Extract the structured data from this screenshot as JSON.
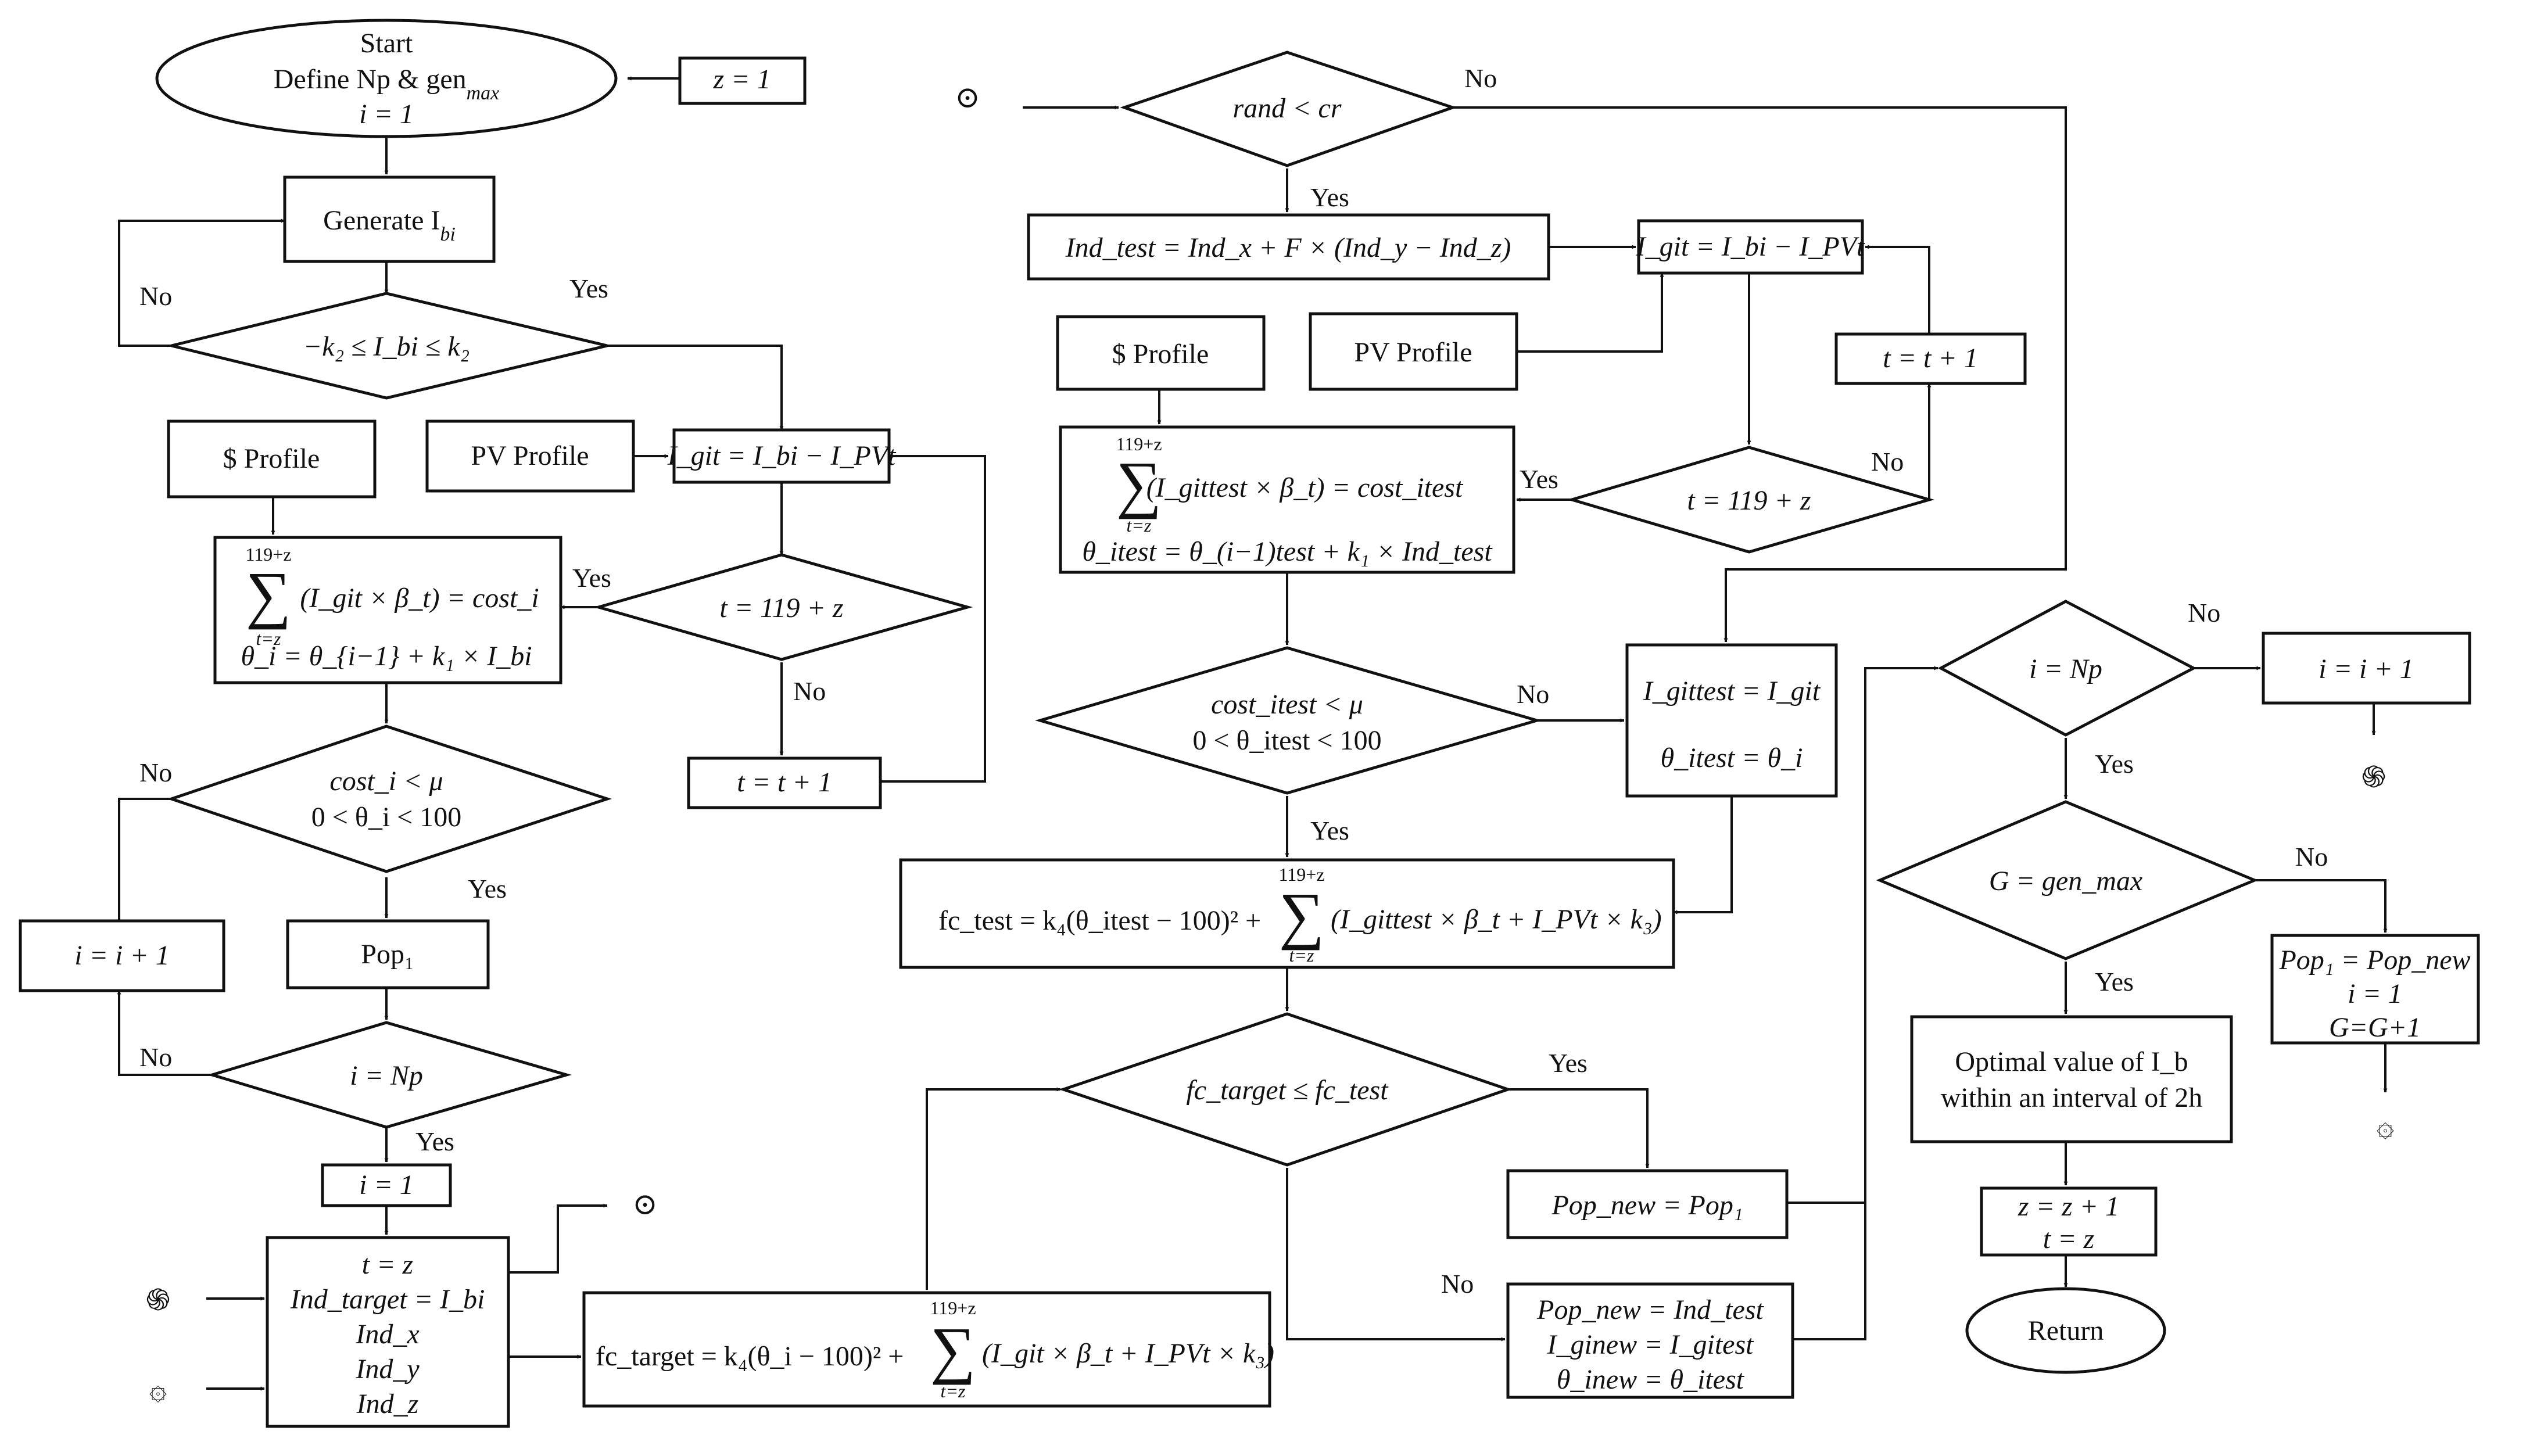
{
  "init": {
    "start": "Start",
    "define": "Define Np & gen",
    "define_sub": "max",
    "i_eq_1": "i = 1",
    "z_eq_1": "z = 1"
  },
  "left": {
    "generate": "Generate I",
    "generate_sub": "bi",
    "constraint": "−k₂ ≤ I_bi ≤ k₂",
    "price_profile": "$ Profile",
    "pv_profile": "PV Profile",
    "igit_eq": "I_git = I_bi − I_PVt",
    "t_check": "t = 119 + z",
    "t_increment": "t = t + 1",
    "sum_limit_top": "119+z",
    "sum_limit_bottom": "t=z",
    "cost_sum": "(I_git × β_t) = cost_i",
    "theta_eq": "θ_i = θ_{i−1} + k₁ × I_bi",
    "cost_check_1": "cost_i < μ",
    "cost_check_2": "0 < θ_i < 100",
    "pop1": "Pop₁",
    "i_increment": "i = i + 1",
    "i_np_check": "i = Np",
    "i_eq_1": "i = 1",
    "init_block": [
      "t = z",
      "Ind_target = I_bi",
      "Ind_x",
      "Ind_y",
      "Ind_z"
    ],
    "fc_target": "fc_target = k₄(θ_i − 100)² +",
    "fc_target_sum": "(I_git × β_t + I_PVt × k₃)"
  },
  "mid": {
    "rand_check": "rand < cr",
    "ind_test": "Ind_test = Ind_x + F × (Ind_y − Ind_z)",
    "price_profile": "$ Profile",
    "pv_profile": "PV Profile",
    "igit_eq": "I_git = I_bi − I_PVt",
    "t_increment": "t = t + 1",
    "t_check": "t = 119 + z",
    "sum_limit_top": "119+z",
    "sum_limit_bottom": "t=z",
    "cost_sum": "(I_gittest × β_t) = cost_itest",
    "theta_eq": "θ_itest = θ_(i−1)test + k₁ × Ind_test",
    "cost_check_1": "cost_itest < μ",
    "cost_check_2": "0 < θ_itest < 100",
    "igittest_eq": "I_gittest = I_git",
    "theta_itest_eq": "θ_itest = θ_i",
    "fc_test": "fc_test = k₄(θ_itest − 100)² +",
    "fc_test_sum": "(I_gittest × β_t + I_PVt × k₃)",
    "fc_compare": "fc_target ≤ fc_test",
    "popnew_eq": "Pop_new = Pop₁",
    "update_block": [
      "Pop_new = Ind_test",
      "I_ginew = I_gitest",
      "θ_inew = θ_itest"
    ]
  },
  "right": {
    "i_np_check": "i = Np",
    "i_increment": "i = i + 1",
    "g_check": "G = gen_max",
    "reset_block": [
      "Pop₁ = Pop_new",
      "i = 1",
      "G=G+1"
    ],
    "optimal": [
      "Optimal value of I_b",
      "within an interval of 2h"
    ],
    "z_update": [
      "z = z + 1",
      "t = z"
    ],
    "return": "Return"
  },
  "labels": {
    "yes": "Yes",
    "no": "No"
  },
  "connectors": {
    "circle_dot": "⊙",
    "swirl": "֍",
    "gear": "۞"
  }
}
